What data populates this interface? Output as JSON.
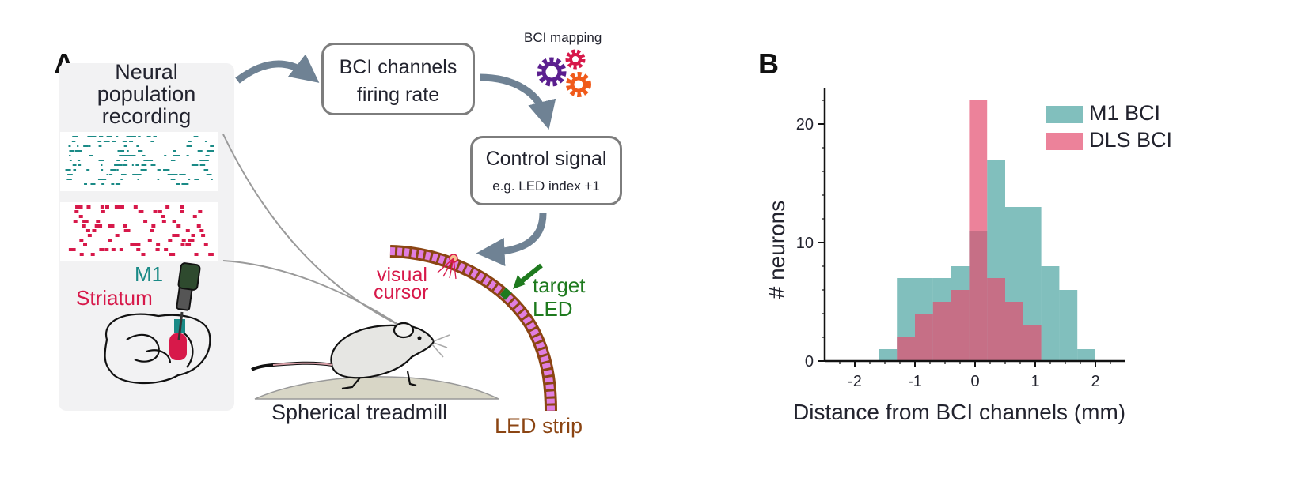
{
  "panel_a": {
    "label": "A",
    "recording_title": [
      "Neural",
      "population",
      "recording"
    ],
    "bci_box": [
      "BCI channels",
      "firing rate"
    ],
    "mapping_label": "BCI mapping",
    "control_box_title": "Control signal",
    "control_box_example": "e.g. LED index +1",
    "visual_cursor": [
      "visual",
      "cursor"
    ],
    "target_led": [
      "target",
      "LED"
    ],
    "led_strip": "LED strip",
    "treadmill": "Spherical treadmill",
    "region_m1": "M1",
    "region_striatum": "Striatum",
    "colors": {
      "m1": "#1a8a86",
      "striatum": "#d7194a",
      "arrow": "#6f8294",
      "led_frame": "#8b4513",
      "led_fill": "#e07ee0",
      "target": "#1e7a1e",
      "gear_purple": "#5b1f8f",
      "gear_pink": "#d7194a",
      "gear_orange": "#f05a1a"
    },
    "icons": [
      "gear-icon",
      "mouse-icon",
      "electrode-icon",
      "brain-icon"
    ]
  },
  "panel_b": {
    "label": "B",
    "chart_data": {
      "type": "histogram",
      "xlabel": "Distance from BCI channels (mm)",
      "ylabel": "# neurons",
      "xlim": [
        -2.5,
        2.5
      ],
      "ylim": [
        0,
        23
      ],
      "xticks": [
        -2,
        -1,
        0,
        1,
        2
      ],
      "yticks": [
        0,
        10,
        20
      ],
      "bin_edges": [
        -1.6,
        -1.3,
        -1.0,
        -0.7,
        -0.4,
        -0.1,
        0.2,
        0.5,
        0.8,
        1.1,
        1.4,
        1.7,
        2.0
      ],
      "series": [
        {
          "name": "M1 BCI",
          "color": "#1a8a86",
          "values": [
            1,
            7,
            7,
            7,
            8,
            11,
            17,
            13,
            13,
            8,
            6,
            1
          ]
        },
        {
          "name": "DLS BCI",
          "color": "#e44d6f",
          "values": [
            0,
            2,
            4,
            5,
            6,
            22,
            7,
            5,
            3,
            0,
            0,
            0
          ]
        }
      ],
      "legend": "top-right"
    }
  }
}
